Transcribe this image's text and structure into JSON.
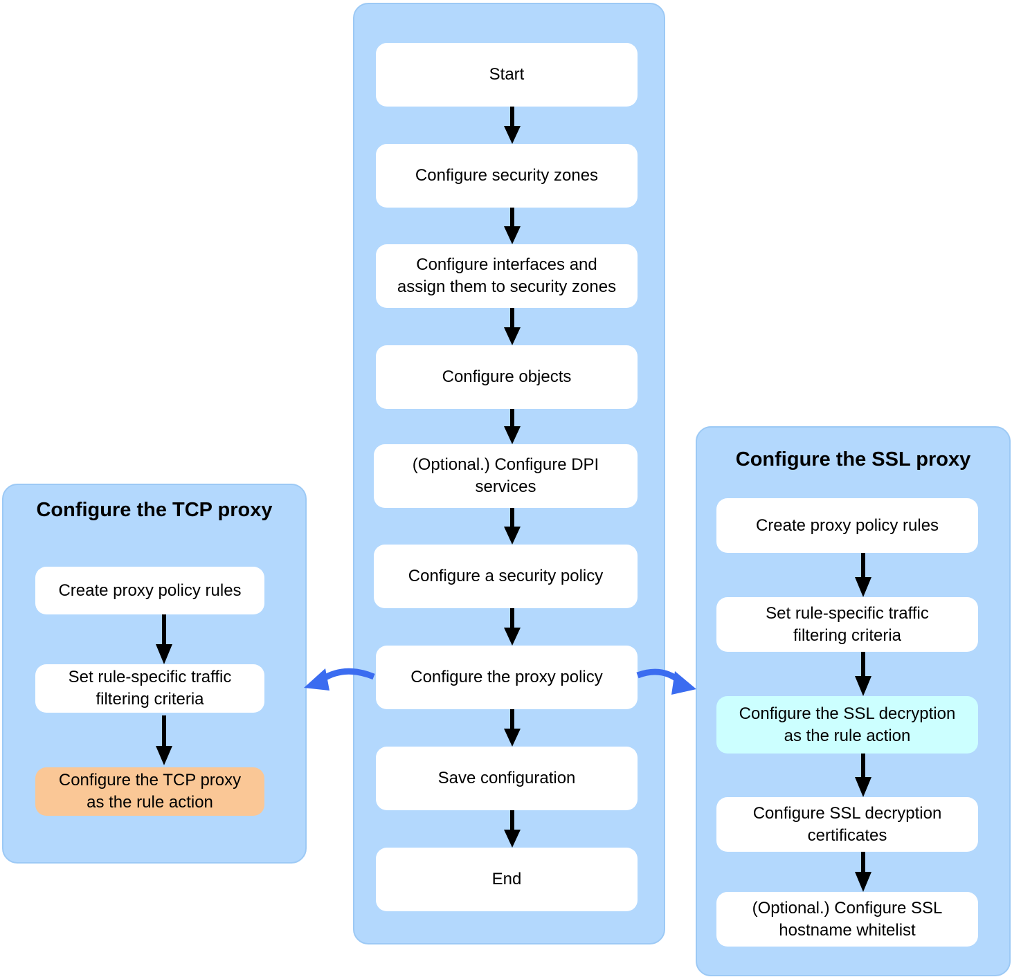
{
  "colors": {
    "panel": "#b3d8fd",
    "box": "#ffffff",
    "highlight_tcp": "#fac796",
    "highlight_ssl": "#ccffff",
    "arrow": "#000000",
    "branch_arrow": "#3b6cf0"
  },
  "main_flow": {
    "steps": [
      "Start",
      "Configure security zones",
      "Configure interfaces and\nassign them to security zones",
      "Configure objects",
      "(Optional.) Configure DPI\nservices",
      "Configure a security policy",
      "Configure the proxy policy",
      "Save configuration",
      "End"
    ]
  },
  "tcp_panel": {
    "title": "Configure the TCP proxy",
    "steps": [
      "Create proxy policy rules",
      "Set rule-specific traffic\nfiltering criteria",
      "Configure the TCP proxy\nas the rule action"
    ]
  },
  "ssl_panel": {
    "title": "Configure the SSL proxy",
    "steps": [
      "Create proxy policy rules",
      "Set rule-specific traffic\nfiltering criteria",
      "Configure the SSL decryption\nas the rule action",
      "Configure SSL decryption\ncertificates",
      "(Optional.) Configure SSL\nhostname whitelist"
    ]
  }
}
